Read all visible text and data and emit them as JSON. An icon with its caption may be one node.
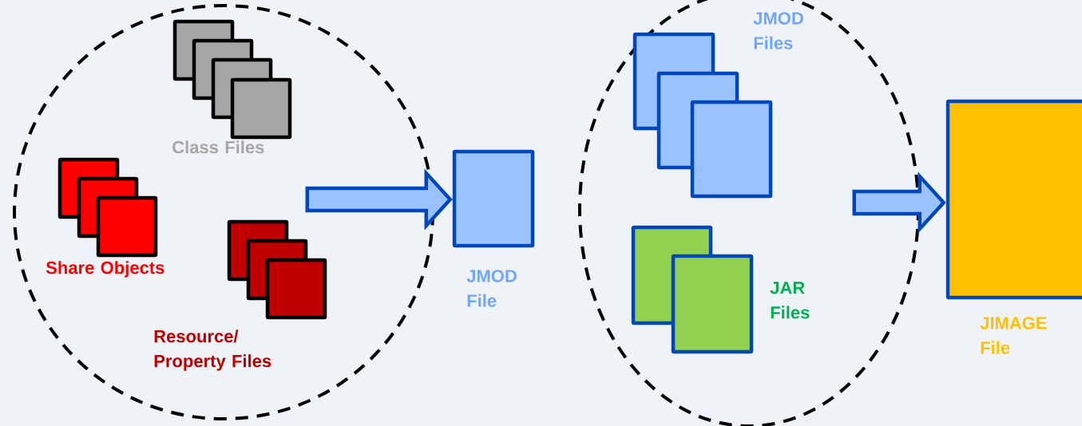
{
  "diagram": {
    "nodes": [
      {
        "text": [],
        "shape": "circle"
      },
      {
        "text": [
          "Class Files"
        ],
        "in": 0
      },
      {
        "text": [
          "Share Objects"
        ],
        "in": 0
      },
      {
        "text": [
          "Resource/ Property Files"
        ],
        "in": 0
      },
      {
        "text": [
          "JMOD File"
        ]
      },
      {
        "text": [],
        "shape": "circle"
      },
      {
        "text": [
          "JMOD Files"
        ],
        "in": 5
      },
      {
        "text": [
          "JAR Files"
        ],
        "in": 5
      },
      {
        "text": [
          "JIMAGE File"
        ]
      }
    ],
    "edges": [
      {
        "from": 0,
        "to": 4,
        "arrow": "to"
      },
      {
        "from": 5,
        "to": 8,
        "arrow": "to"
      }
    ]
  }
}
